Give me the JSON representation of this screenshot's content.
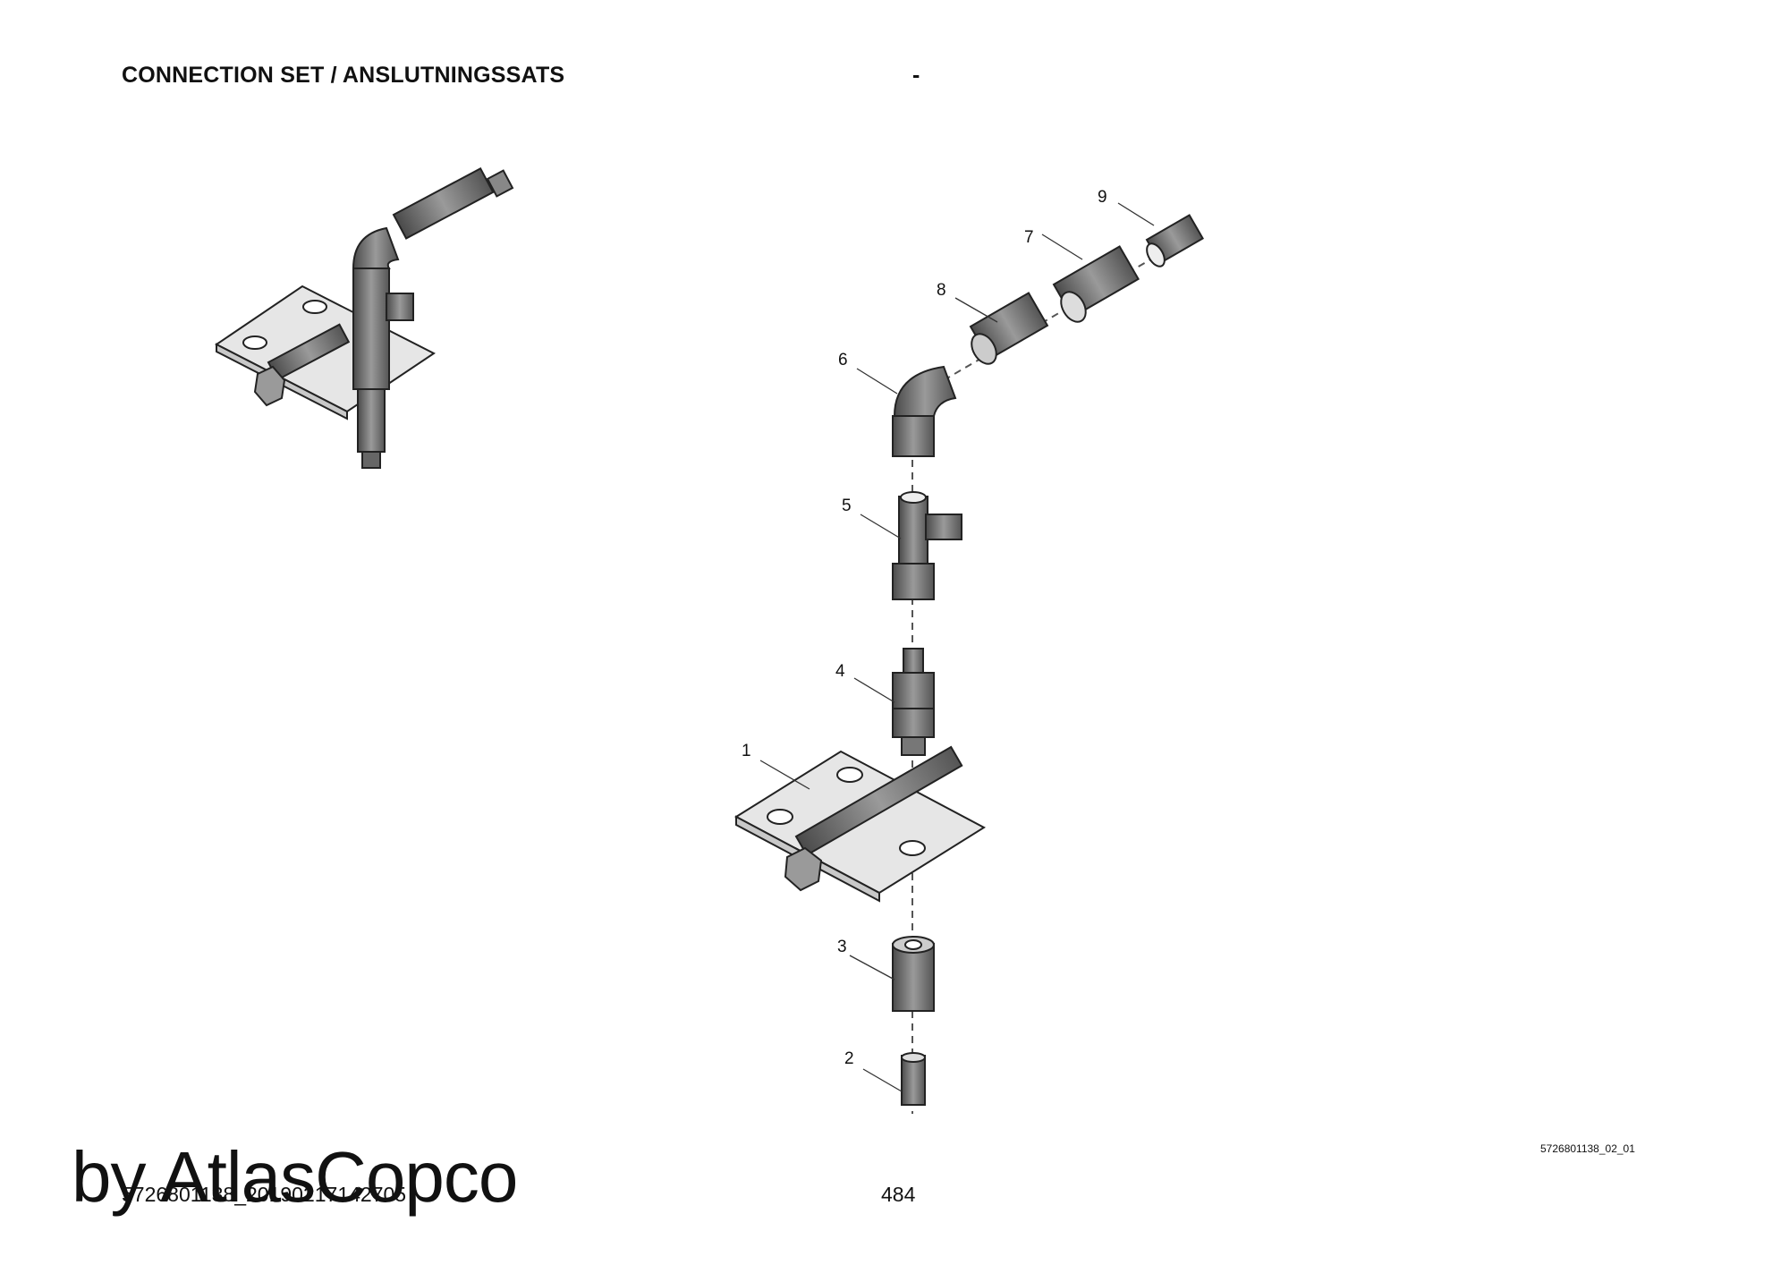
{
  "header": {
    "title": "CONNECTION SET / ANSLUTNINGSSATS",
    "separator": "-"
  },
  "figure_reference": "5726801138_02_01",
  "footer": {
    "document_id": "5726801138_20190217142705",
    "page_number": "484"
  },
  "watermark": "by AtlasCopco",
  "callouts": [
    "1",
    "2",
    "3",
    "4",
    "5",
    "6",
    "7",
    "8",
    "9"
  ],
  "colors": {
    "part_dark": "#5c5c5c",
    "part_mid": "#8a8a8a",
    "part_light": "#b5b5b5",
    "plate": "#e6e6e6",
    "line": "#222222"
  }
}
